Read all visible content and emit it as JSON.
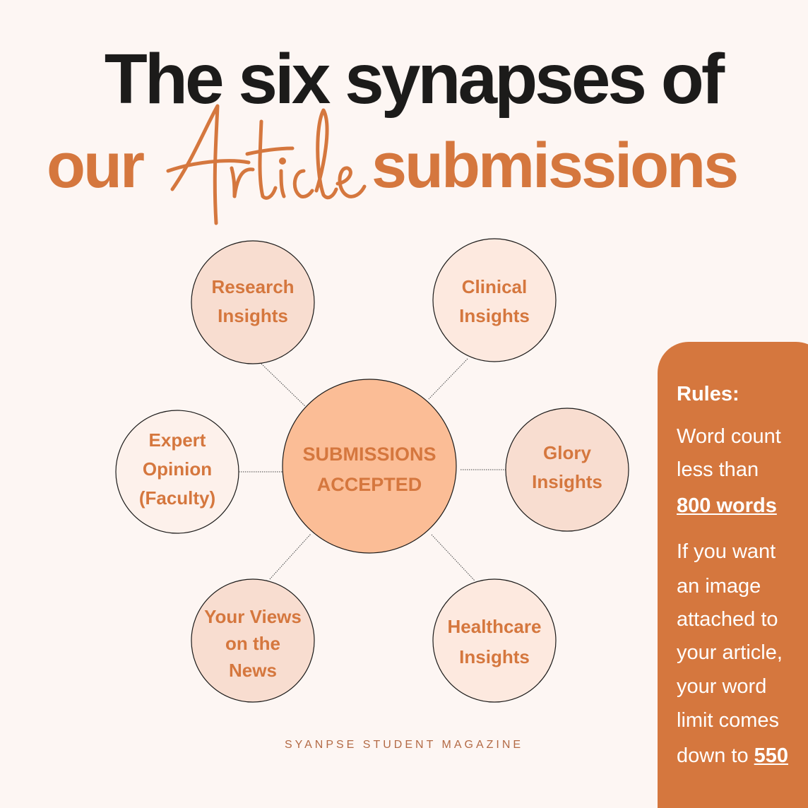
{
  "title": {
    "line1": "The six synapses of",
    "line2_before": "our",
    "line2_script": "Article",
    "line2_after": "submissions"
  },
  "center": {
    "label": "SUBMISSIONS\nACCEPTED"
  },
  "nodes": [
    {
      "label": "Research\nInsights"
    },
    {
      "label": "Clinical\nInsights"
    },
    {
      "label": "Expert\nOpinion\n(Faculty)"
    },
    {
      "label": "Glory\nInsights"
    },
    {
      "label": "Your Views\non the\nNews"
    },
    {
      "label": "Healthcare\nInsights"
    }
  ],
  "rules": {
    "heading": "Rules:",
    "word_count_1": "Word count",
    "word_count_2": "less than",
    "word_limit": "800 words",
    "image_1": "If you want",
    "image_2": "an image",
    "image_3": "attached to",
    "image_4": "your article,",
    "image_5": "your word",
    "image_6": "limit comes",
    "image_7_prefix": "down to ",
    "image_limit": "550"
  },
  "footer": "SYANPSE STUDENT MAGAZINE",
  "colors": {
    "accent": "#d5773e",
    "center_fill": "#fbbd96",
    "node_fill_dark": "#f8ddd0",
    "node_fill_light": "#fde9df",
    "title_dark": "#1c1b1a",
    "background": "#fdf6f3"
  }
}
